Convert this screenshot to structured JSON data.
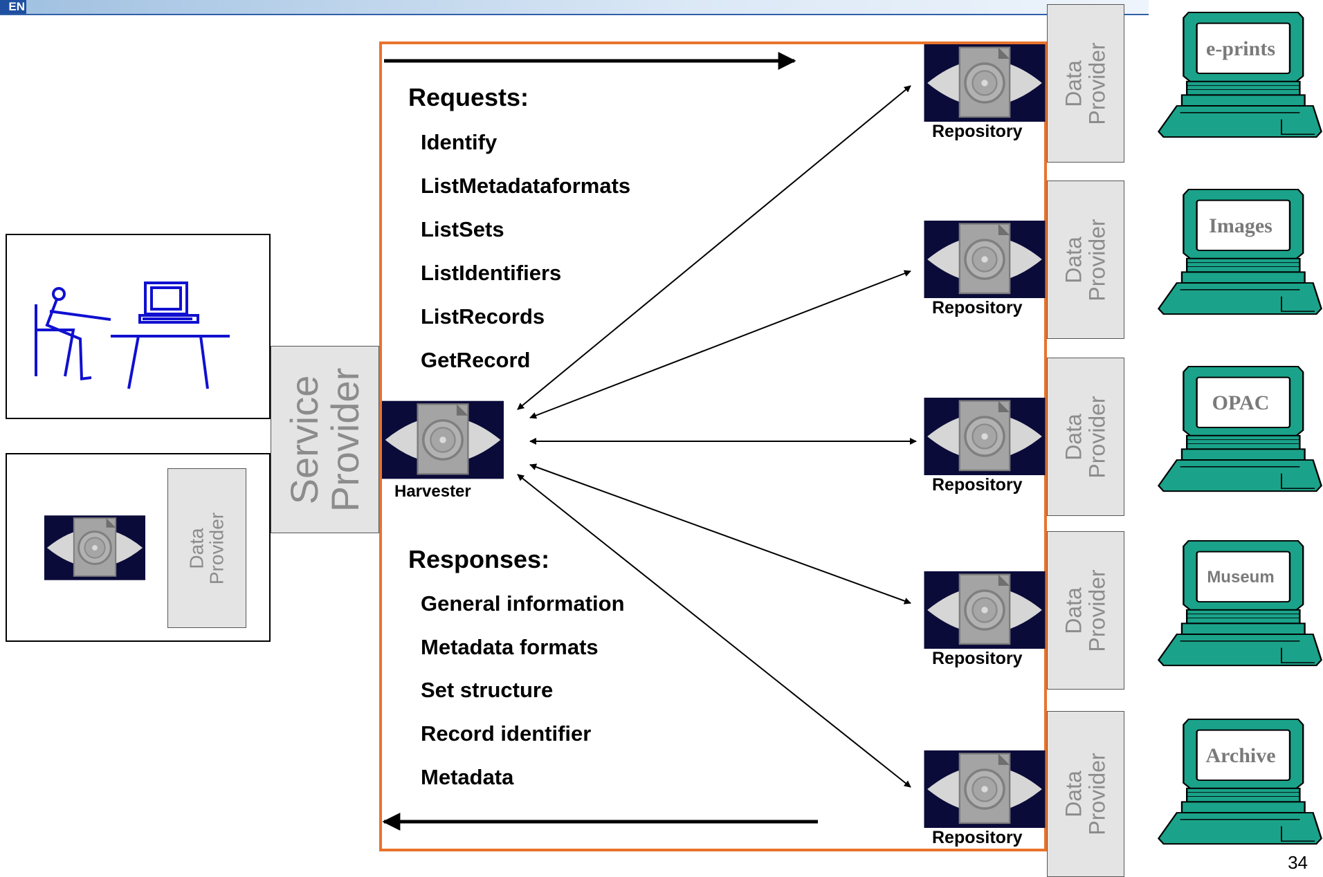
{
  "logo_text": "EN",
  "requests": {
    "title": "Requests:",
    "items": [
      "Identify",
      "ListMetadataformats",
      "ListSets",
      "ListIdentifiers",
      "ListRecords",
      "GetRecord"
    ]
  },
  "responses": {
    "title": "Responses:",
    "items": [
      "General information",
      "Metadata formats",
      "Set structure",
      "Record identifier",
      "Metadata"
    ]
  },
  "harvester_label": "Harvester",
  "repository_label": "Repository",
  "service_provider": {
    "line1": "Service",
    "line2": "Provider"
  },
  "data_provider": {
    "line1": "Data",
    "line2": "Provider"
  },
  "terminals": [
    "e-prints",
    "Images",
    "OPAC",
    "Museum",
    "Archive"
  ],
  "page_number": "34",
  "colors": {
    "frame": "#e8732c",
    "terminal": "#1aa38a",
    "stick_figure": "#1010d0",
    "eye_bg": "#0b0b3a",
    "label_grey": "#8c8c8c"
  },
  "icons": {
    "eye": "eye-icon",
    "terminal": "computer-terminal-icon",
    "user": "user-at-desk-icon"
  }
}
